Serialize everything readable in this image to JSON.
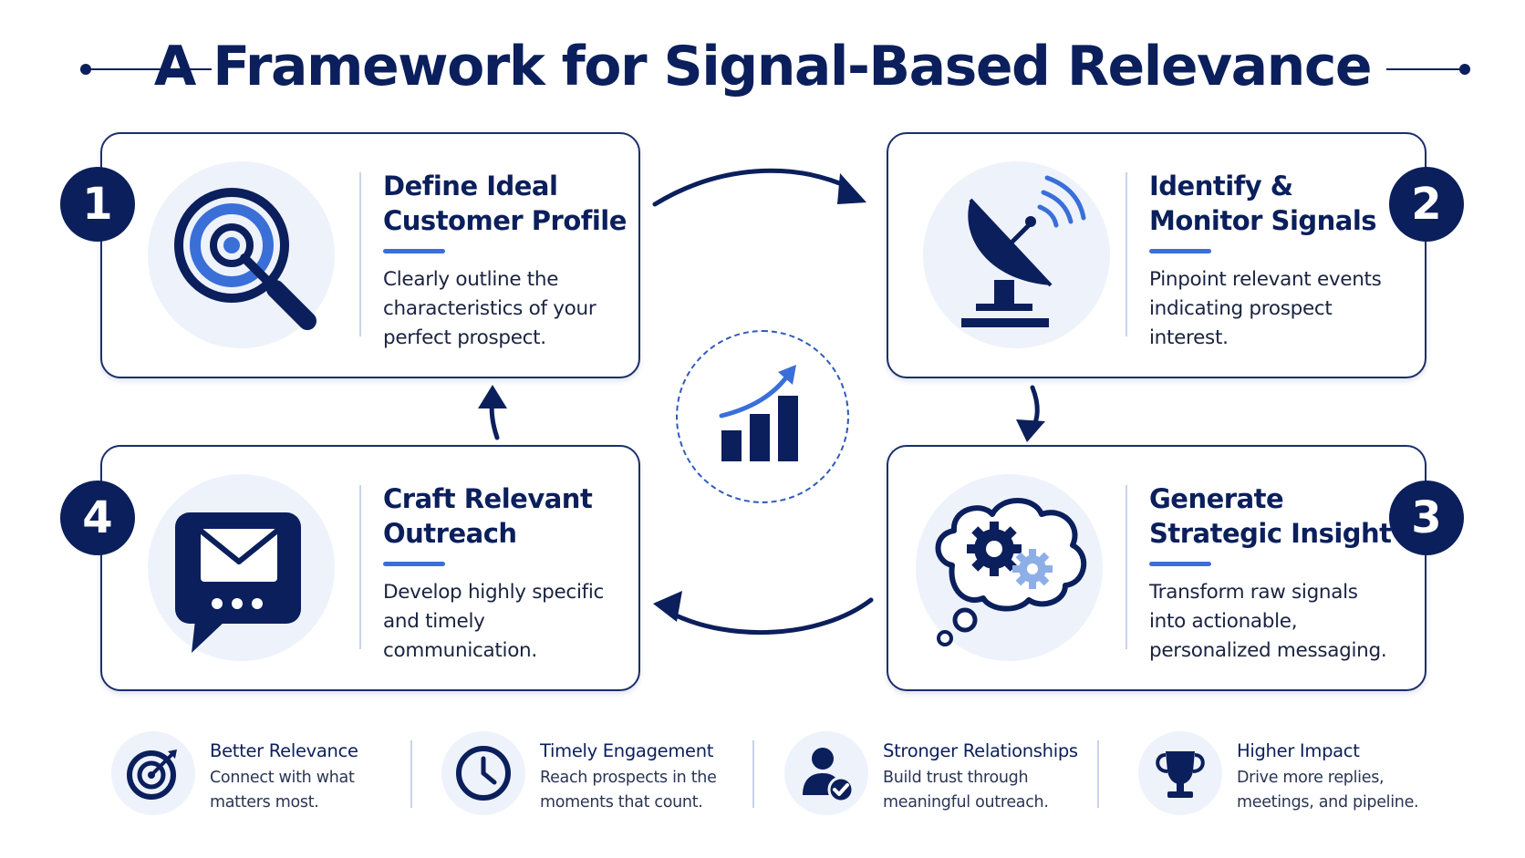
{
  "title": "A Framework for Signal-Based Relevance",
  "steps": [
    {
      "number": "1",
      "heading_line1": "Define Ideal",
      "heading_line2": "Customer Profile",
      "desc_line1": "Clearly outline the",
      "desc_line2": "characteristics of your",
      "desc_line3": "perfect prospect.",
      "icon": "target-magnifier-icon"
    },
    {
      "number": "2",
      "heading_line1": "Identify &",
      "heading_line2": "Monitor Signals",
      "desc_line1": "Pinpoint relevant events",
      "desc_line2": "indicating prospect",
      "desc_line3": "interest.",
      "icon": "satellite-dish-icon"
    },
    {
      "number": "3",
      "heading_line1": "Generate",
      "heading_line2": "Strategic Insight",
      "desc_line1": "Transform raw signals",
      "desc_line2": "into actionable,",
      "desc_line3": "personalized messaging.",
      "icon": "thought-gears-icon"
    },
    {
      "number": "4",
      "heading_line1": "Craft Relevant",
      "heading_line2": "Outreach",
      "desc_line1": "Develop highly specific",
      "desc_line2": "and timely",
      "desc_line3": "communication.",
      "icon": "envelope-chat-icon"
    }
  ],
  "center_icon": "growth-chart-icon",
  "benefits": [
    {
      "title": "Better Relevance",
      "desc_line1": "Connect with what",
      "desc_line2": "matters most.",
      "icon": "target-arrow-icon"
    },
    {
      "title": "Timely Engagement",
      "desc_line1": "Reach prospects in the",
      "desc_line2": "moments that count.",
      "icon": "clock-icon"
    },
    {
      "title": "Stronger Relationships",
      "desc_line1": "Build trust through",
      "desc_line2": "meaningful outreach.",
      "icon": "user-check-icon"
    },
    {
      "title": "Higher Impact",
      "desc_line1": "Drive more replies,",
      "desc_line2": "meetings, and pipeline.",
      "icon": "trophy-icon"
    }
  ],
  "colors": {
    "navy": "#0b1f5c",
    "accent_blue": "#3a6fd8",
    "light_circle": "#eef2fb"
  }
}
